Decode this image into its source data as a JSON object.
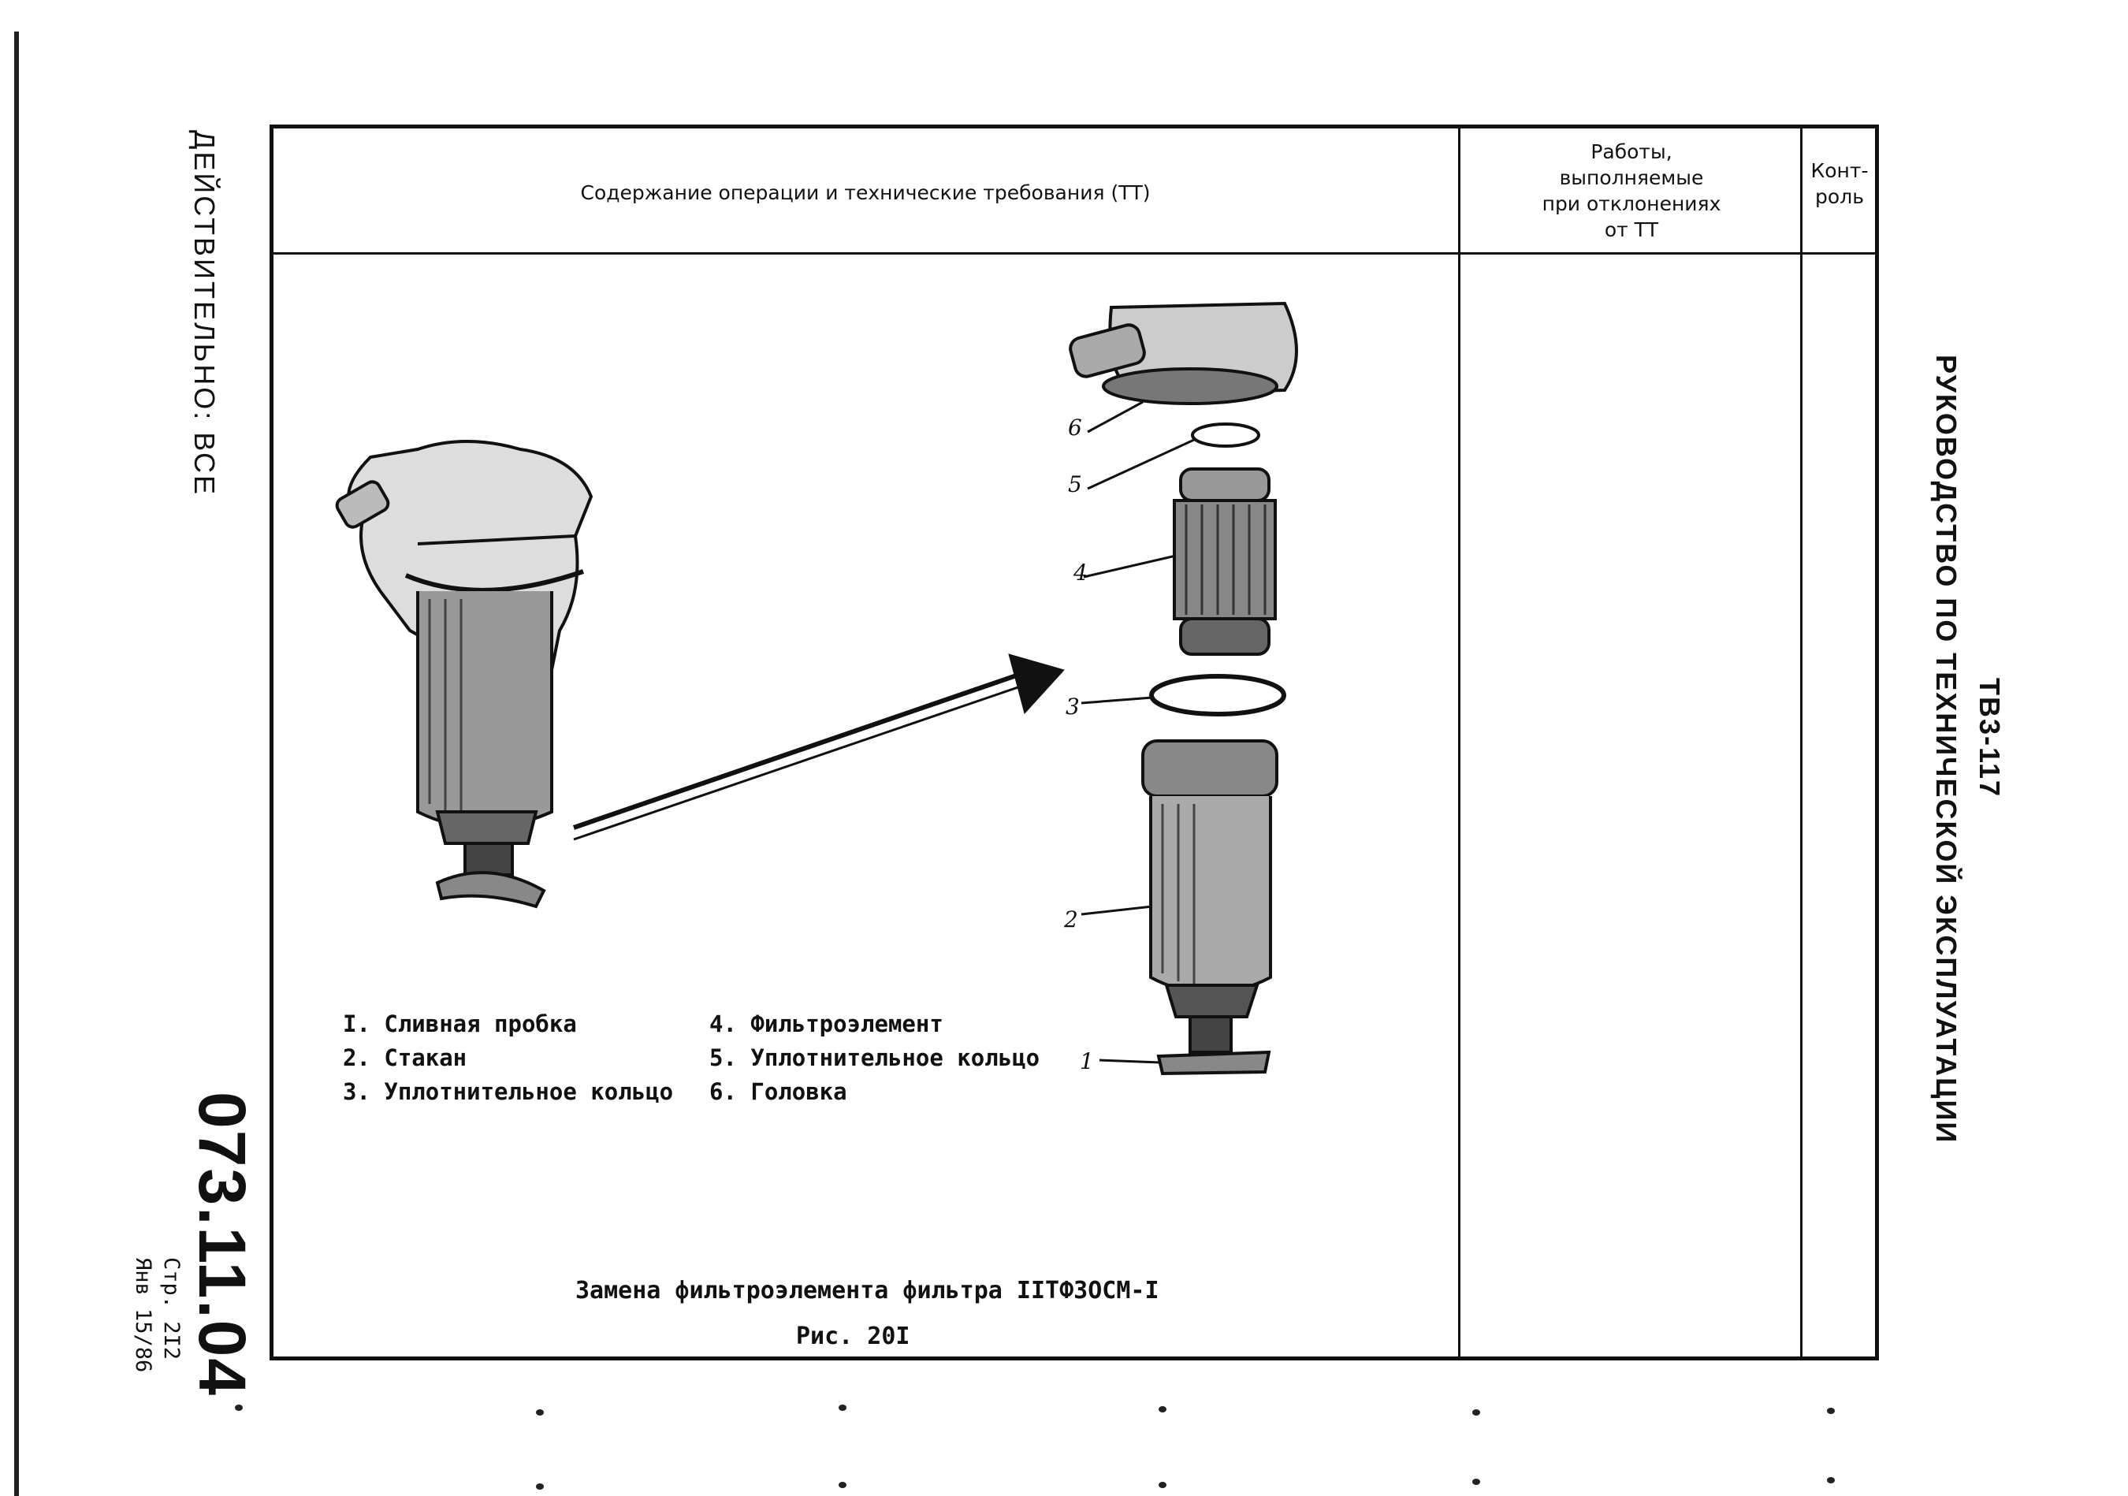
{
  "header": {
    "operation_col": "Содержание операции и технические требования (ТТ)",
    "deviation_col": [
      "Работы,",
      "выполняемые",
      "при отклонениях",
      "от ТТ"
    ],
    "control_col": [
      "Конт-",
      "роль"
    ]
  },
  "side": {
    "model": "ТВ3-117",
    "manual_title": "РУКОВОДСТВО ПО ТЕХНИЧЕСКОЙ ЭКСПЛУАТАЦИИ",
    "validity": "ДЕЙСТВИТЕЛЬНО: ВСЕ",
    "doc_number": "073.11.04",
    "page": "Стр. 2I2",
    "date": "Янв 15/86"
  },
  "legend": [
    "I. Сливная пробка",
    "2. Стакан",
    "3. Уплотнительное кольцо",
    "4. Фильтроэлемент",
    "5. Уплотнительное кольцо",
    "6. Головка"
  ],
  "callouts": [
    "6",
    "5",
    "4",
    "3",
    "2",
    "1"
  ],
  "figure": {
    "caption": "Замена фильтроэлемента фильтра IIТФЗОСМ-I",
    "number": "Рис. 20I"
  }
}
